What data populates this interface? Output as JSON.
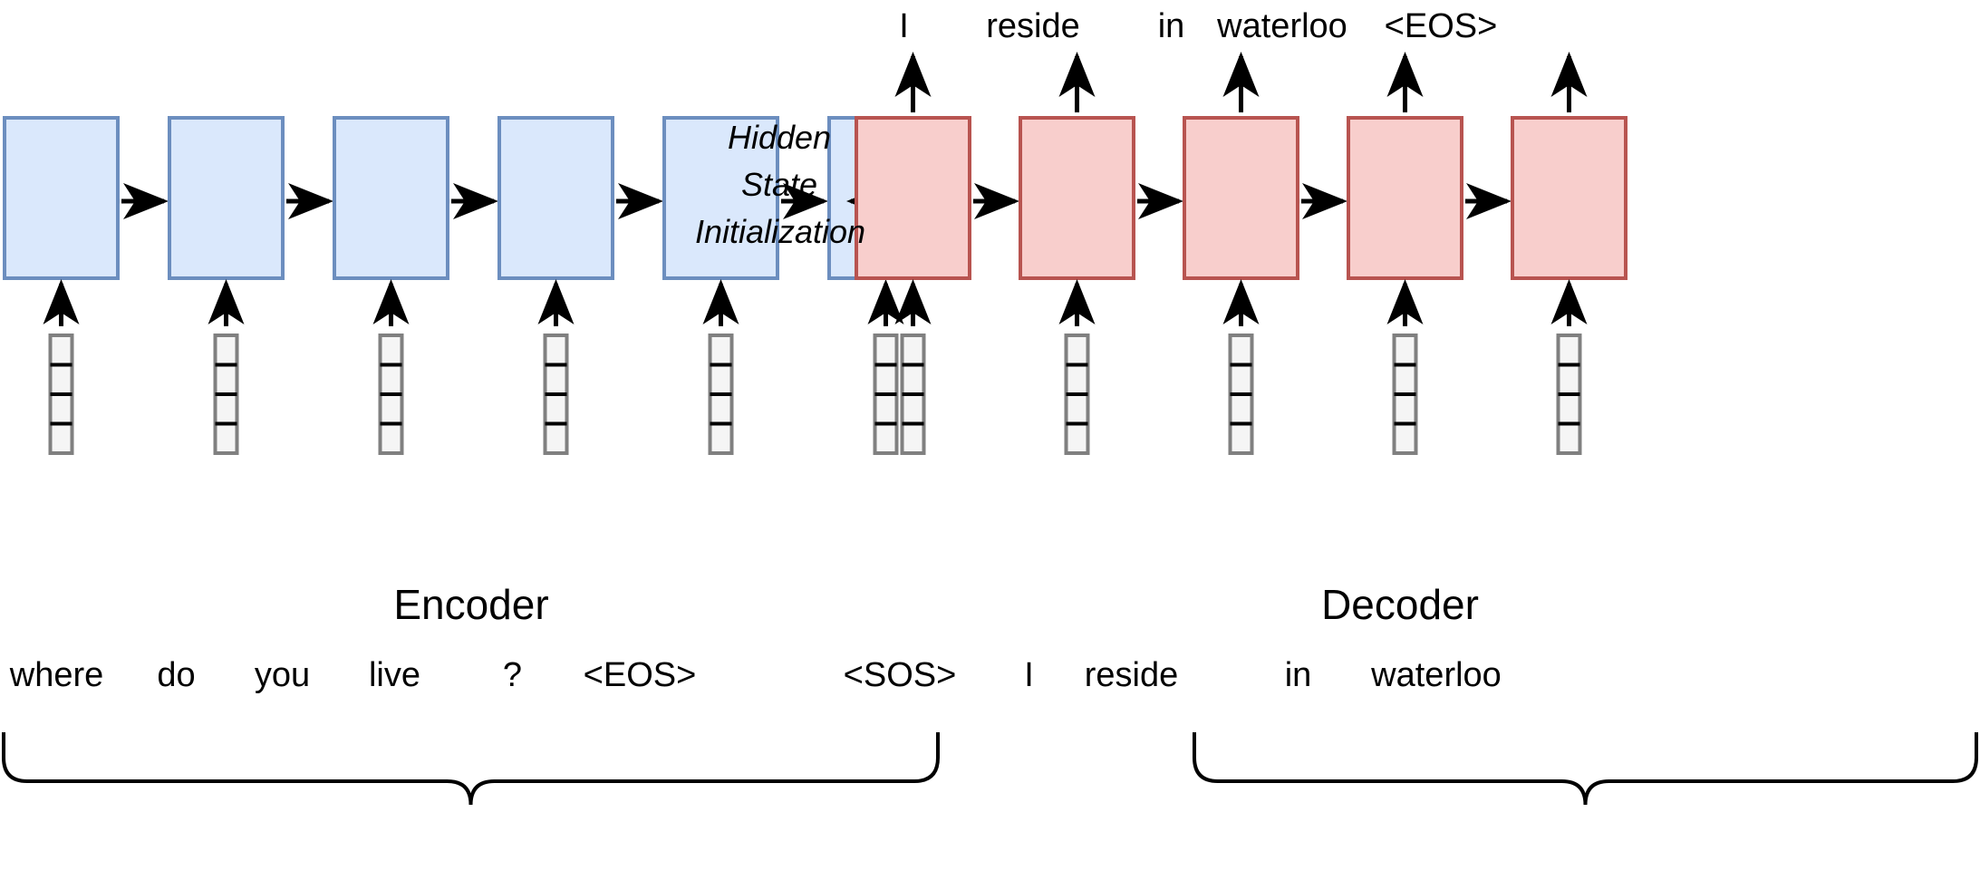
{
  "diagram": {
    "title": "Sequence-to-sequence RNN encoder-decoder",
    "background_color": "#ffffff"
  },
  "colors": {
    "encoder_fill": "#dae8fc",
    "encoder_stroke": "#6c8ebf",
    "decoder_fill": "#f8cecc",
    "decoder_stroke": "#b85450",
    "embedding_fill": "#f5f5f5",
    "embedding_stroke": "#808080",
    "arrow": "#000000",
    "text": "#000000"
  },
  "encoder": {
    "section_label": "Encoder",
    "cell_count": 6,
    "embedding_cells_per_stack": 4,
    "input_tokens": [
      "where",
      "do",
      "you",
      "live",
      "?",
      "<EOS>"
    ]
  },
  "decoder": {
    "section_label": "Decoder",
    "cell_count": 5,
    "embedding_cells_per_stack": 4,
    "input_tokens": [
      "<SOS>",
      "I",
      "reside",
      "in",
      "waterloo"
    ],
    "output_tokens": [
      "I",
      "reside",
      "in",
      "waterloo",
      "<EOS>"
    ]
  },
  "hidden_state": {
    "line1": "Hidden",
    "line2": "State",
    "line3": "Initialization"
  }
}
